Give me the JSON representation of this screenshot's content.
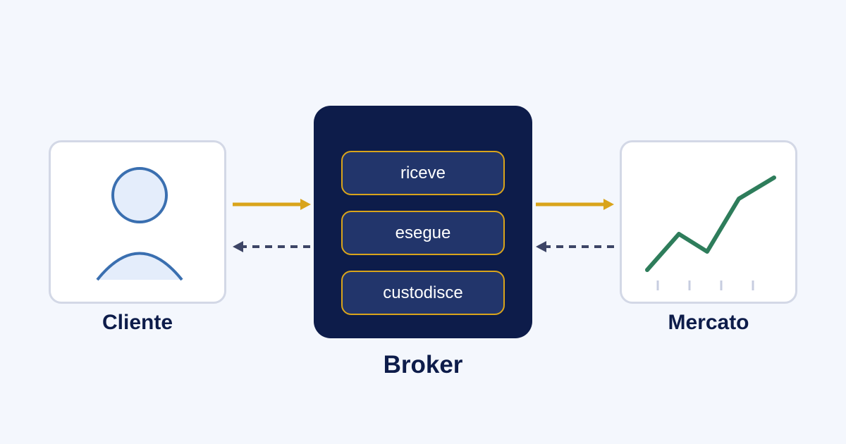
{
  "nodes": {
    "client": {
      "label": "Cliente",
      "icon": "person-icon"
    },
    "broker": {
      "label": "Broker",
      "steps": [
        "riceve",
        "esegue",
        "custodisce"
      ]
    },
    "market": {
      "label": "Mercato",
      "icon": "line-chart-icon"
    }
  },
  "colors": {
    "background": "#f4f7fd",
    "navy": "#0d1c4a",
    "step_fill": "#22356b",
    "accent_gold": "#d9a41b",
    "person_stroke": "#3a6fb0",
    "person_fill": "#e4edfb",
    "chart_line": "#2e7d5b",
    "card_border": "#d3d8e6",
    "return_arrow": "#3d4566"
  },
  "connections": [
    {
      "from": "client",
      "to": "broker",
      "style": "solid"
    },
    {
      "from": "broker",
      "to": "client",
      "style": "dashed"
    },
    {
      "from": "broker",
      "to": "market",
      "style": "solid"
    },
    {
      "from": "market",
      "to": "broker",
      "style": "dashed"
    }
  ]
}
